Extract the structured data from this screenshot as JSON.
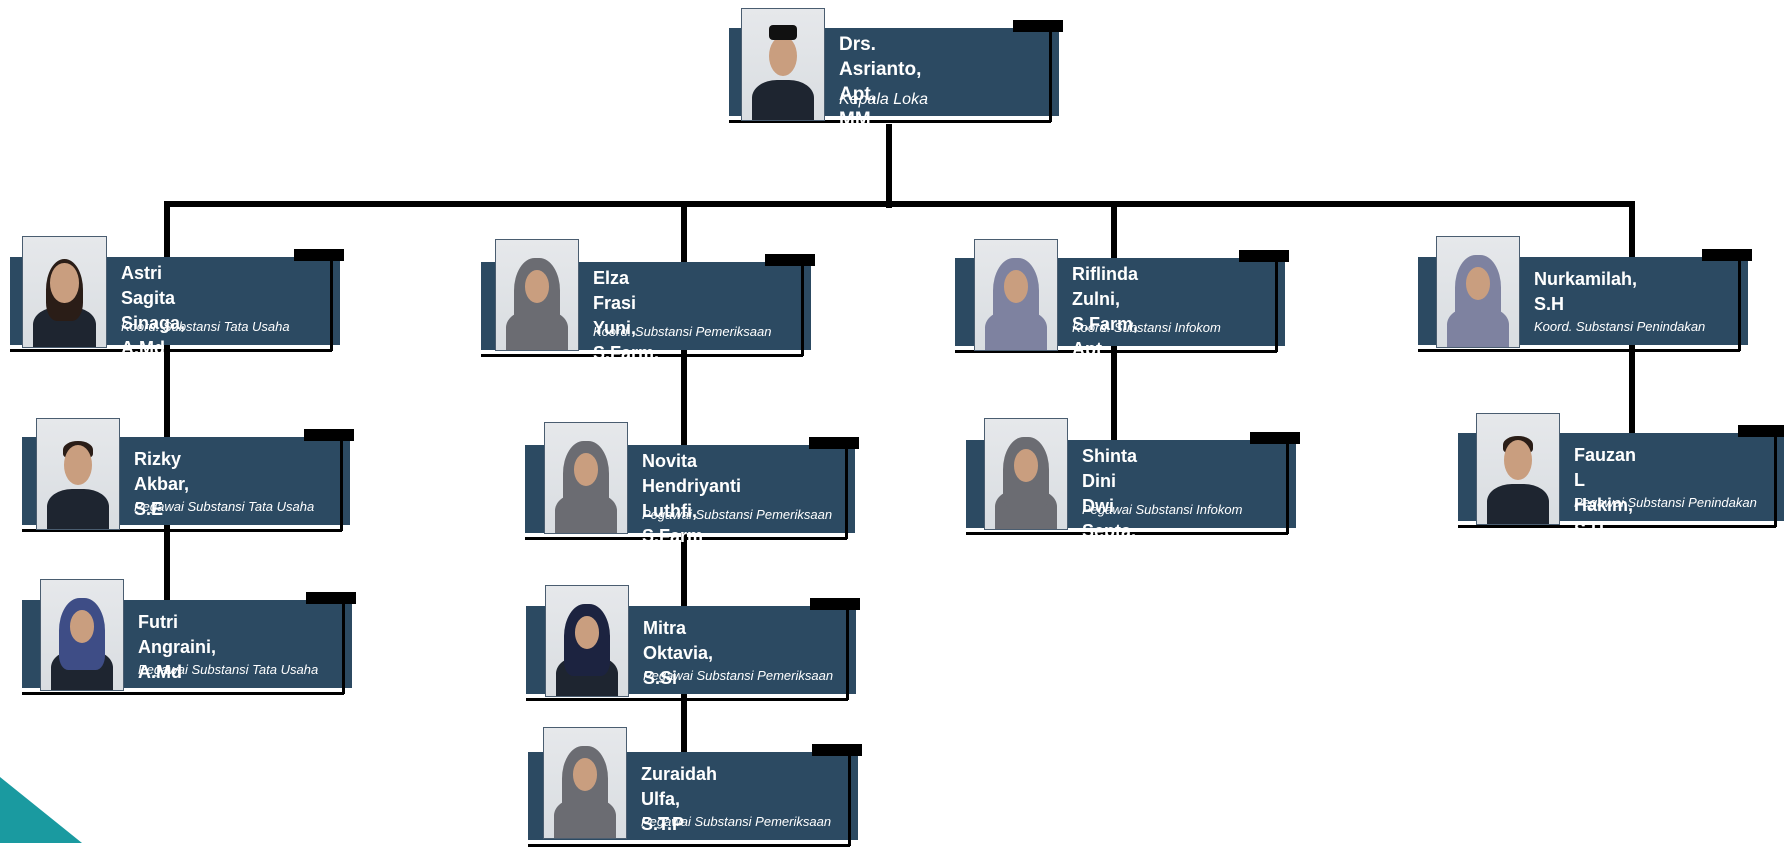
{
  "chart_title": "",
  "colors": {
    "card_background": "#2c4a62",
    "connector": "#000000",
    "accent_corner": "#1a9aa0",
    "text": "#ffffff"
  },
  "head": {
    "name": "Drs. Asrianto, Apt,\nMM",
    "role": "Kepala Loka",
    "photo": "person-peci-photo"
  },
  "columns": [
    {
      "coordinator": {
        "name": "Astri Sagita Sinaga,\nA.Md",
        "role": "Koord. Substansi Tata Usaha",
        "photo": "woman-long-hair-photo"
      },
      "staff": [
        {
          "name": "Rizky Akbar, S.E",
          "role": "Pegawai Substansi Tata Usaha",
          "photo": "man-photo"
        },
        {
          "name": "Futri Angraini, A.Md",
          "role": "Pegawai Substansi Tata Usaha",
          "photo": "woman-patterned-hijab-photo"
        }
      ]
    },
    {
      "coordinator": {
        "name": "Elza Frasi Yuni,\nS.Farm, Apt",
        "role": "Koord. Substansi  Pemeriksaan",
        "photo": "woman-grey-hijab-photo"
      },
      "staff": [
        {
          "name": "Novita Hendriyanti\nLuthfi, S.Farm ,Apt",
          "role": "Pegawai Substansi Pemeriksaan",
          "photo": "woman-grey-hijab-photo"
        },
        {
          "name": "Mitra Oktavia, S.Si",
          "role": "Pegawai Substansi Pemeriksaan",
          "photo": "woman-navy-hijab-photo"
        },
        {
          "name": "Zuraidah Ulfa, S.T.P",
          "role": "Pegawai Substansi Pemeriksaan",
          "photo": "woman-grey-hijab-photo"
        }
      ]
    },
    {
      "coordinator": {
        "name": "Riflinda Zulni,\nS.Farm, Apt",
        "role": "Koord. Substansi  Infokom",
        "photo": "woman-lavender-hijab-photo"
      },
      "staff": [
        {
          "name": "Shinta Dini Dwi\nSepta, S.K.M",
          "role": "Pegawai Substansi Infokom",
          "photo": "woman-grey-hijab-photo"
        }
      ]
    },
    {
      "coordinator": {
        "name": "Nurkamilah, S.H",
        "role": "Koord. Substansi  Penindakan",
        "photo": "woman-lavender-hijab-photo"
      },
      "staff": [
        {
          "name": "Fauzan L Hakim, S.H",
          "role": "Pegawai Substansi Penindakan",
          "photo": "man-glasses-photo"
        }
      ]
    }
  ]
}
